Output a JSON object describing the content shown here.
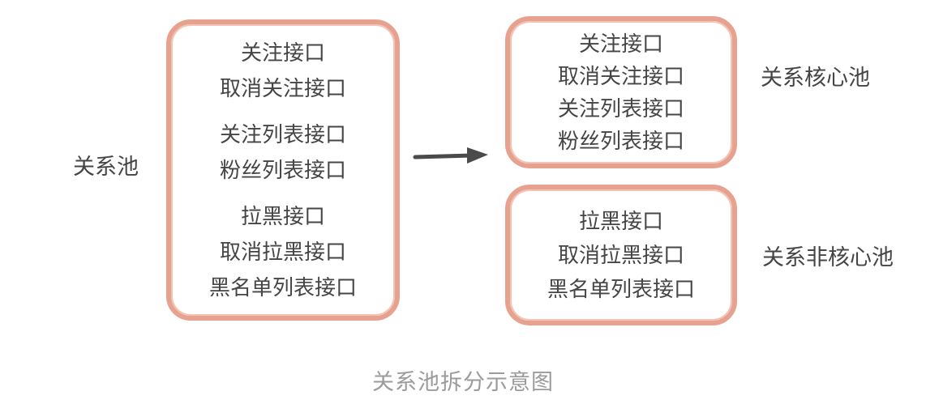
{
  "diagram": {
    "caption": "关系池拆分示意图",
    "source_pool": {
      "label": "关系池",
      "items": [
        "关注接口",
        "取消关注接口",
        "关注列表接口",
        "粉丝列表接口",
        "拉黑接口",
        "取消拉黑接口",
        "黑名单列表接口"
      ]
    },
    "core_pool": {
      "label": "关系核心池",
      "items": [
        "关注接口",
        "取消关注接口",
        "关注列表接口",
        "粉丝列表接口"
      ]
    },
    "noncore_pool": {
      "label": "关系非核心池",
      "items": [
        "拉黑接口",
        "取消拉黑接口",
        "黑名单列表接口"
      ]
    },
    "colors": {
      "box_border": "#e7a28f",
      "item_text": "#454545",
      "caption_text": "#9b9b9b",
      "arrow": "#4a4a4a"
    }
  }
}
